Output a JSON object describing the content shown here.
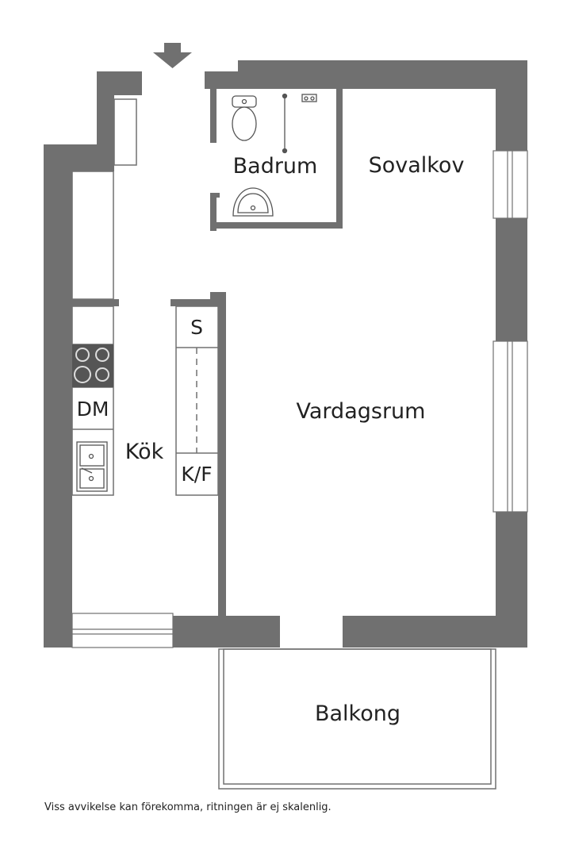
{
  "rooms": {
    "badrum": "Badrum",
    "sovalkov": "Sovalkov",
    "vardagsrum": "Vardagsrum",
    "kok": "Kök",
    "balkong": "Balkong"
  },
  "fixtures": {
    "dishwasher": "DM",
    "storage": "S",
    "fridge_freezer": "K/F"
  },
  "disclaimer": "Viss avvikelse kan förekomma, ritningen är ej skalenlig.",
  "colors": {
    "wall": "#707070",
    "line": "#555555",
    "background": "#ffffff"
  }
}
